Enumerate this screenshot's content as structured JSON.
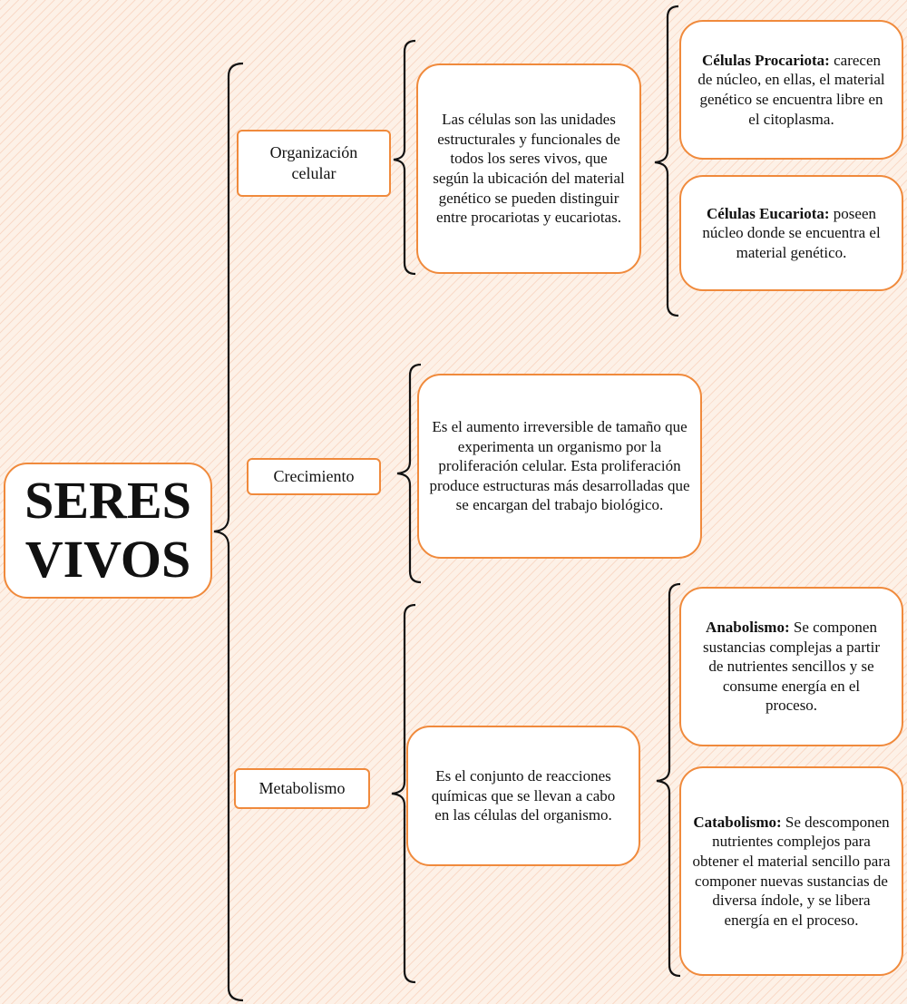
{
  "main": {
    "title_line1": "SERES",
    "title_line2": "VIVOS"
  },
  "branches": [
    {
      "label_line1": "Organización",
      "label_line2": "celular",
      "description": "Las células son las unidades estructurales y funcionales de todos los seres vivos, que según la ubicación del material genético se pueden distinguir entre procariotas y eucariotas.",
      "subitems": [
        {
          "heading": "Células Procariota:",
          "text": "carecen de núcleo, en ellas, el material genético se encuentra libre en el citoplasma."
        },
        {
          "heading": "Células Eucariota:",
          "text": "poseen núcleo donde se encuentra el material genético."
        }
      ]
    },
    {
      "label": "Crecimiento",
      "description": "Es el aumento irreversible de tamaño que experimenta un organismo por la proliferación celular. Esta proliferación produce estructuras más desarrolladas que se encargan del trabajo biológico."
    },
    {
      "label": "Metabolismo",
      "description": "Es el conjunto de reacciones químicas que se llevan a cabo en las células del organismo.",
      "subitems": [
        {
          "heading": "Anabolismo:",
          "text": "Se componen sustancias complejas a partir de nutrientes sencillos y se consume energía en el proceso."
        },
        {
          "heading": "Catabolismo:",
          "text": "Se descomponen nutrientes complejos para obtener el material sencillo para componer nuevas sustancias de diversa índole, y se libera energía en el proceso."
        }
      ]
    }
  ]
}
